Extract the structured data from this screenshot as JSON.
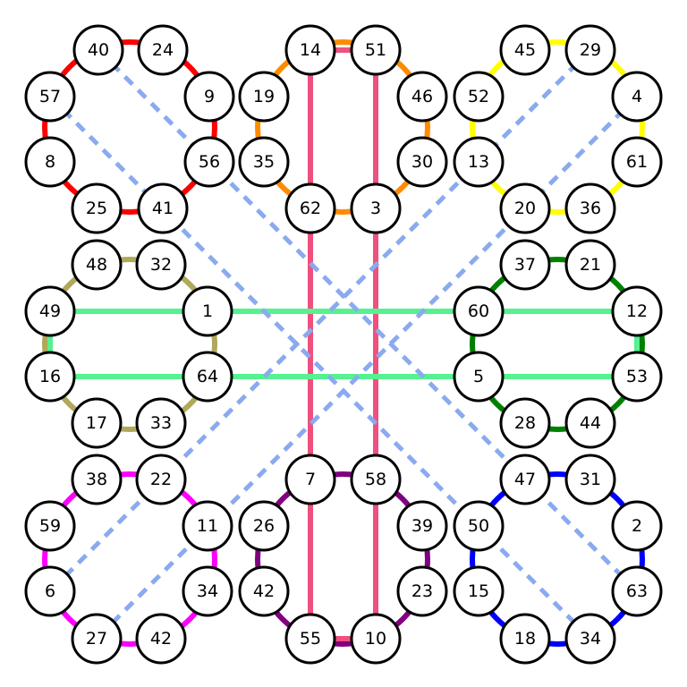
{
  "colors": {
    "background": "#ffffff",
    "node_stroke": "#000000",
    "pink_line": "#f0507e",
    "green_line": "#55f28f",
    "blue_dashed": "#8aaaf0"
  },
  "rings": [
    {
      "name": "red",
      "color": "#ff0000",
      "nodes": [
        "40",
        "24",
        "9",
        "56",
        "41",
        "25",
        "8",
        "57"
      ]
    },
    {
      "name": "orange",
      "color": "#ff8c00",
      "nodes": [
        "14",
        "51",
        "46",
        "30",
        "3",
        "62",
        "35",
        "19"
      ]
    },
    {
      "name": "yellow",
      "color": "#ffff00",
      "nodes": [
        "45",
        "29",
        "4",
        "61",
        "36",
        "20",
        "13",
        "52"
      ]
    },
    {
      "name": "olive",
      "color": "#b0a85a",
      "nodes": [
        "48",
        "32",
        "1",
        "64",
        "33",
        "17",
        "16",
        "49"
      ]
    },
    {
      "name": "green",
      "color": "#008000",
      "nodes": [
        "37",
        "21",
        "12",
        "53",
        "44",
        "28",
        "5",
        "60"
      ]
    },
    {
      "name": "magenta",
      "color": "#ff00ff",
      "nodes": [
        "38",
        "22",
        "11",
        "34",
        "42",
        "27",
        "6",
        "59"
      ]
    },
    {
      "name": "purple",
      "color": "#800080",
      "nodes": [
        "7",
        "58",
        "39",
        "23",
        "10",
        "55",
        "42",
        "26"
      ]
    },
    {
      "name": "blue",
      "color": "#0000ff",
      "nodes": [
        "47",
        "31",
        "2",
        "63",
        "34",
        "18",
        "15",
        "50"
      ]
    }
  ]
}
